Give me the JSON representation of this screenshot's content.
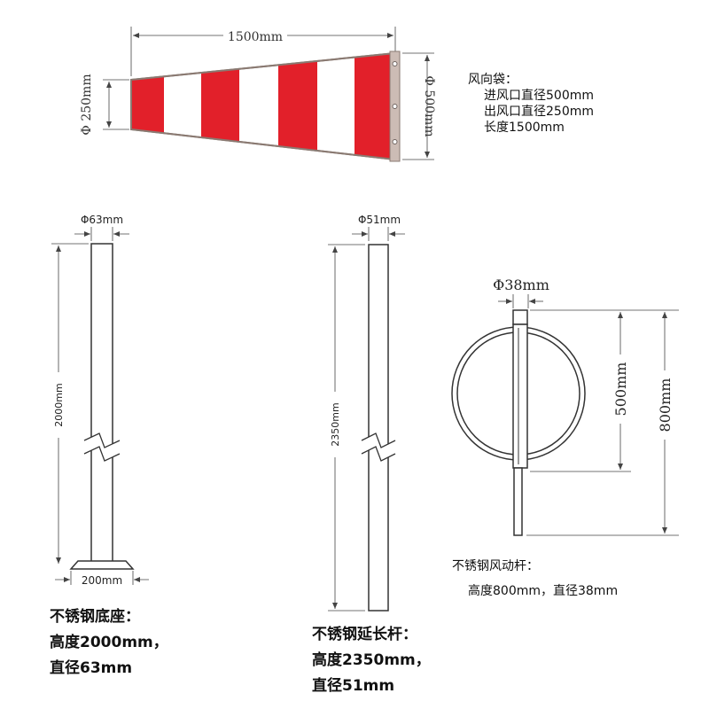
{
  "colors": {
    "stripe_red": "#e2202a",
    "stripe_white": "#ffffff",
    "outline": "#8a7a72",
    "dimension": "#444444",
    "pole": "#333333"
  },
  "windsock": {
    "length_label": "1500mm",
    "left_dia_label": "Φ 250mm",
    "right_dia_label": "Φ 500mm",
    "spec": {
      "title": "风向袋：",
      "inlet": "进风口直径500mm",
      "outlet": "出风口直径250mm",
      "length": "长度1500mm"
    }
  },
  "base_pole": {
    "dia_label": "Φ63mm",
    "height_label": "2000mm",
    "base_label": "200mm",
    "caption": {
      "title": "不锈钢底座：",
      "height": "高度2000mm，",
      "diameter": "直径63mm"
    }
  },
  "extension_pole": {
    "dia_label": "Φ51mm",
    "height_label": "2350mm",
    "caption": {
      "title": "不锈钢延长杆：",
      "height": "高度2350mm，",
      "diameter": "直径51mm"
    }
  },
  "rotating_rod": {
    "dia_label": "Φ38mm",
    "ring_label": "500mm",
    "total_label": "800mm",
    "caption": {
      "title": "不锈钢风动杆：",
      "spec": "高度800mm，直径38mm"
    }
  }
}
